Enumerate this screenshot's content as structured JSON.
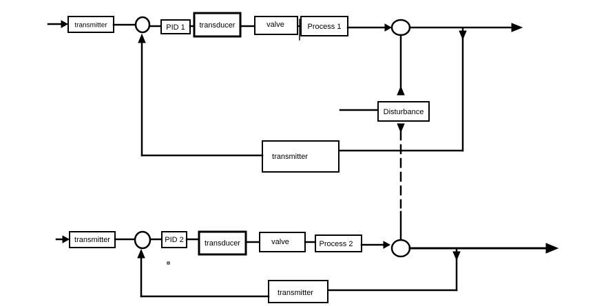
{
  "loop1": {
    "input_transmitter": "transmitter",
    "controller": "PID 1",
    "transducer": "transducer",
    "valve": "valve",
    "process": "Process 1",
    "feedback_transmitter": "transmitter"
  },
  "disturbance": "Disturbance",
  "loop2": {
    "input_transmitter": "transmitter",
    "controller": "PID 2",
    "transducer": "transducer",
    "valve": "valve",
    "process": "Process 2",
    "feedback_transmitter": "transmitter"
  }
}
